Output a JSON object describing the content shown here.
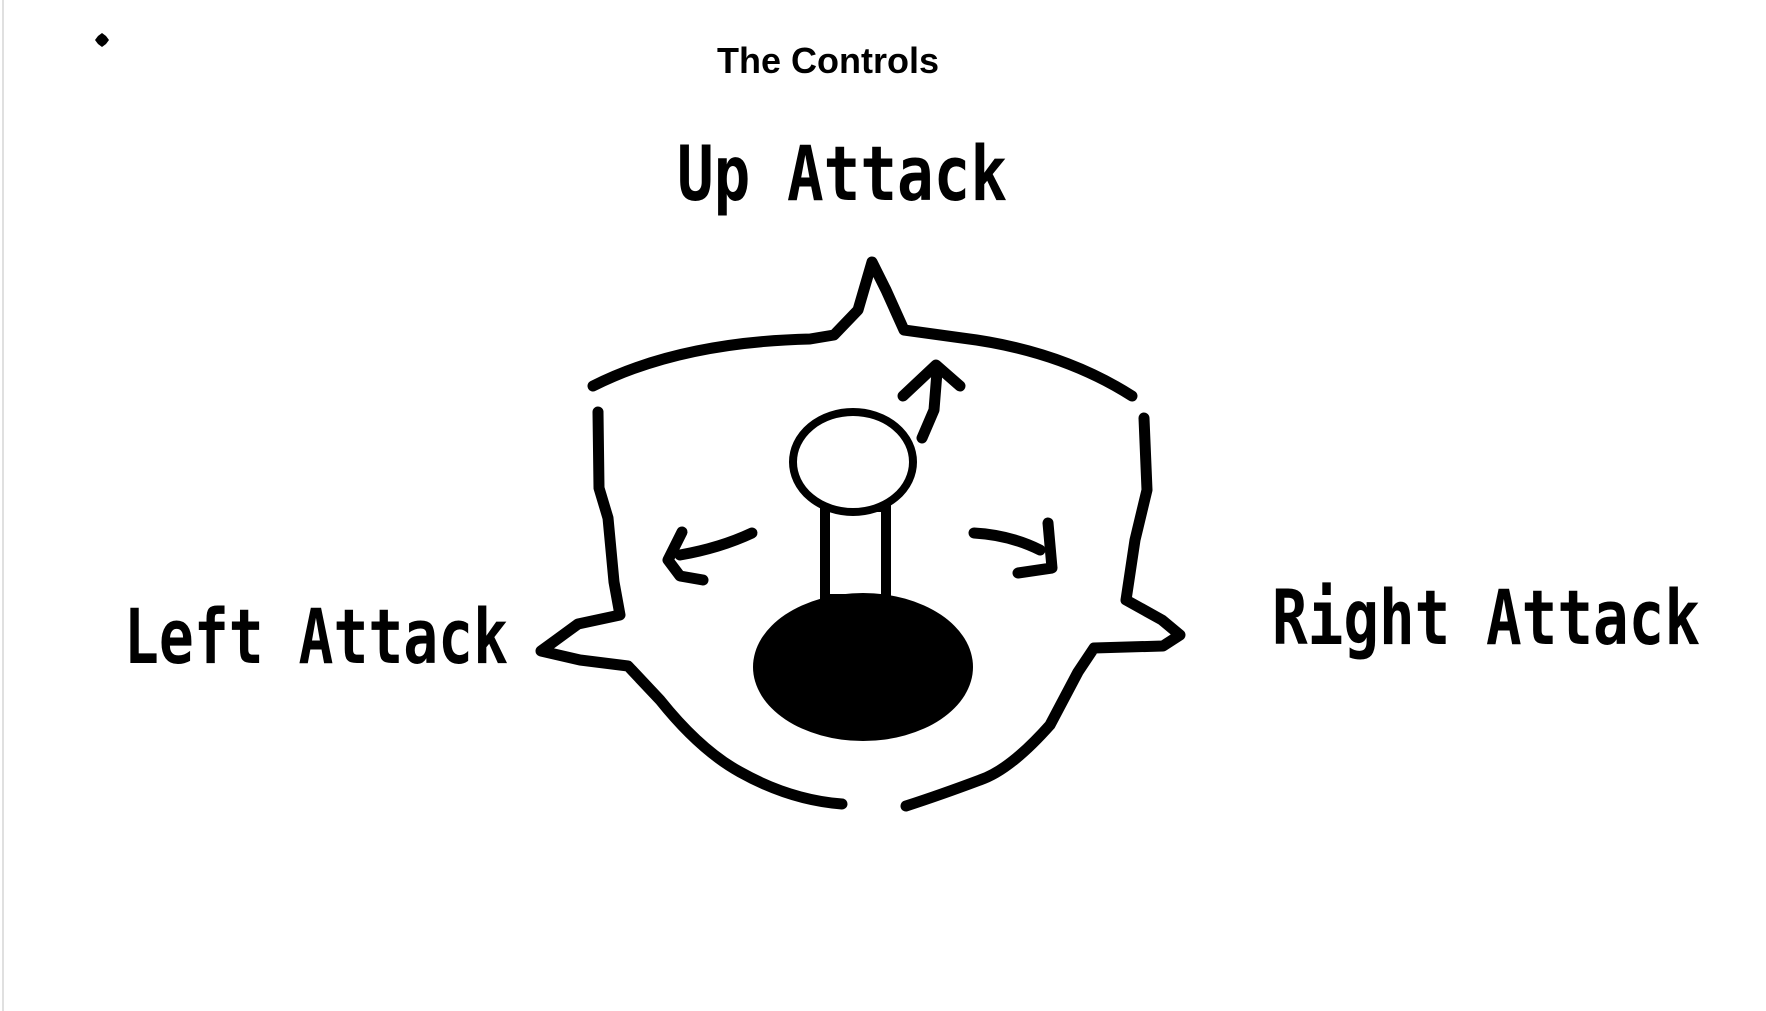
{
  "page": {
    "title": "The Controls"
  },
  "labels": {
    "up": "Up Attack",
    "left": "Left Attack",
    "right": "Right Attack"
  },
  "colors": {
    "ink": "#000000",
    "background": "#ffffff"
  }
}
